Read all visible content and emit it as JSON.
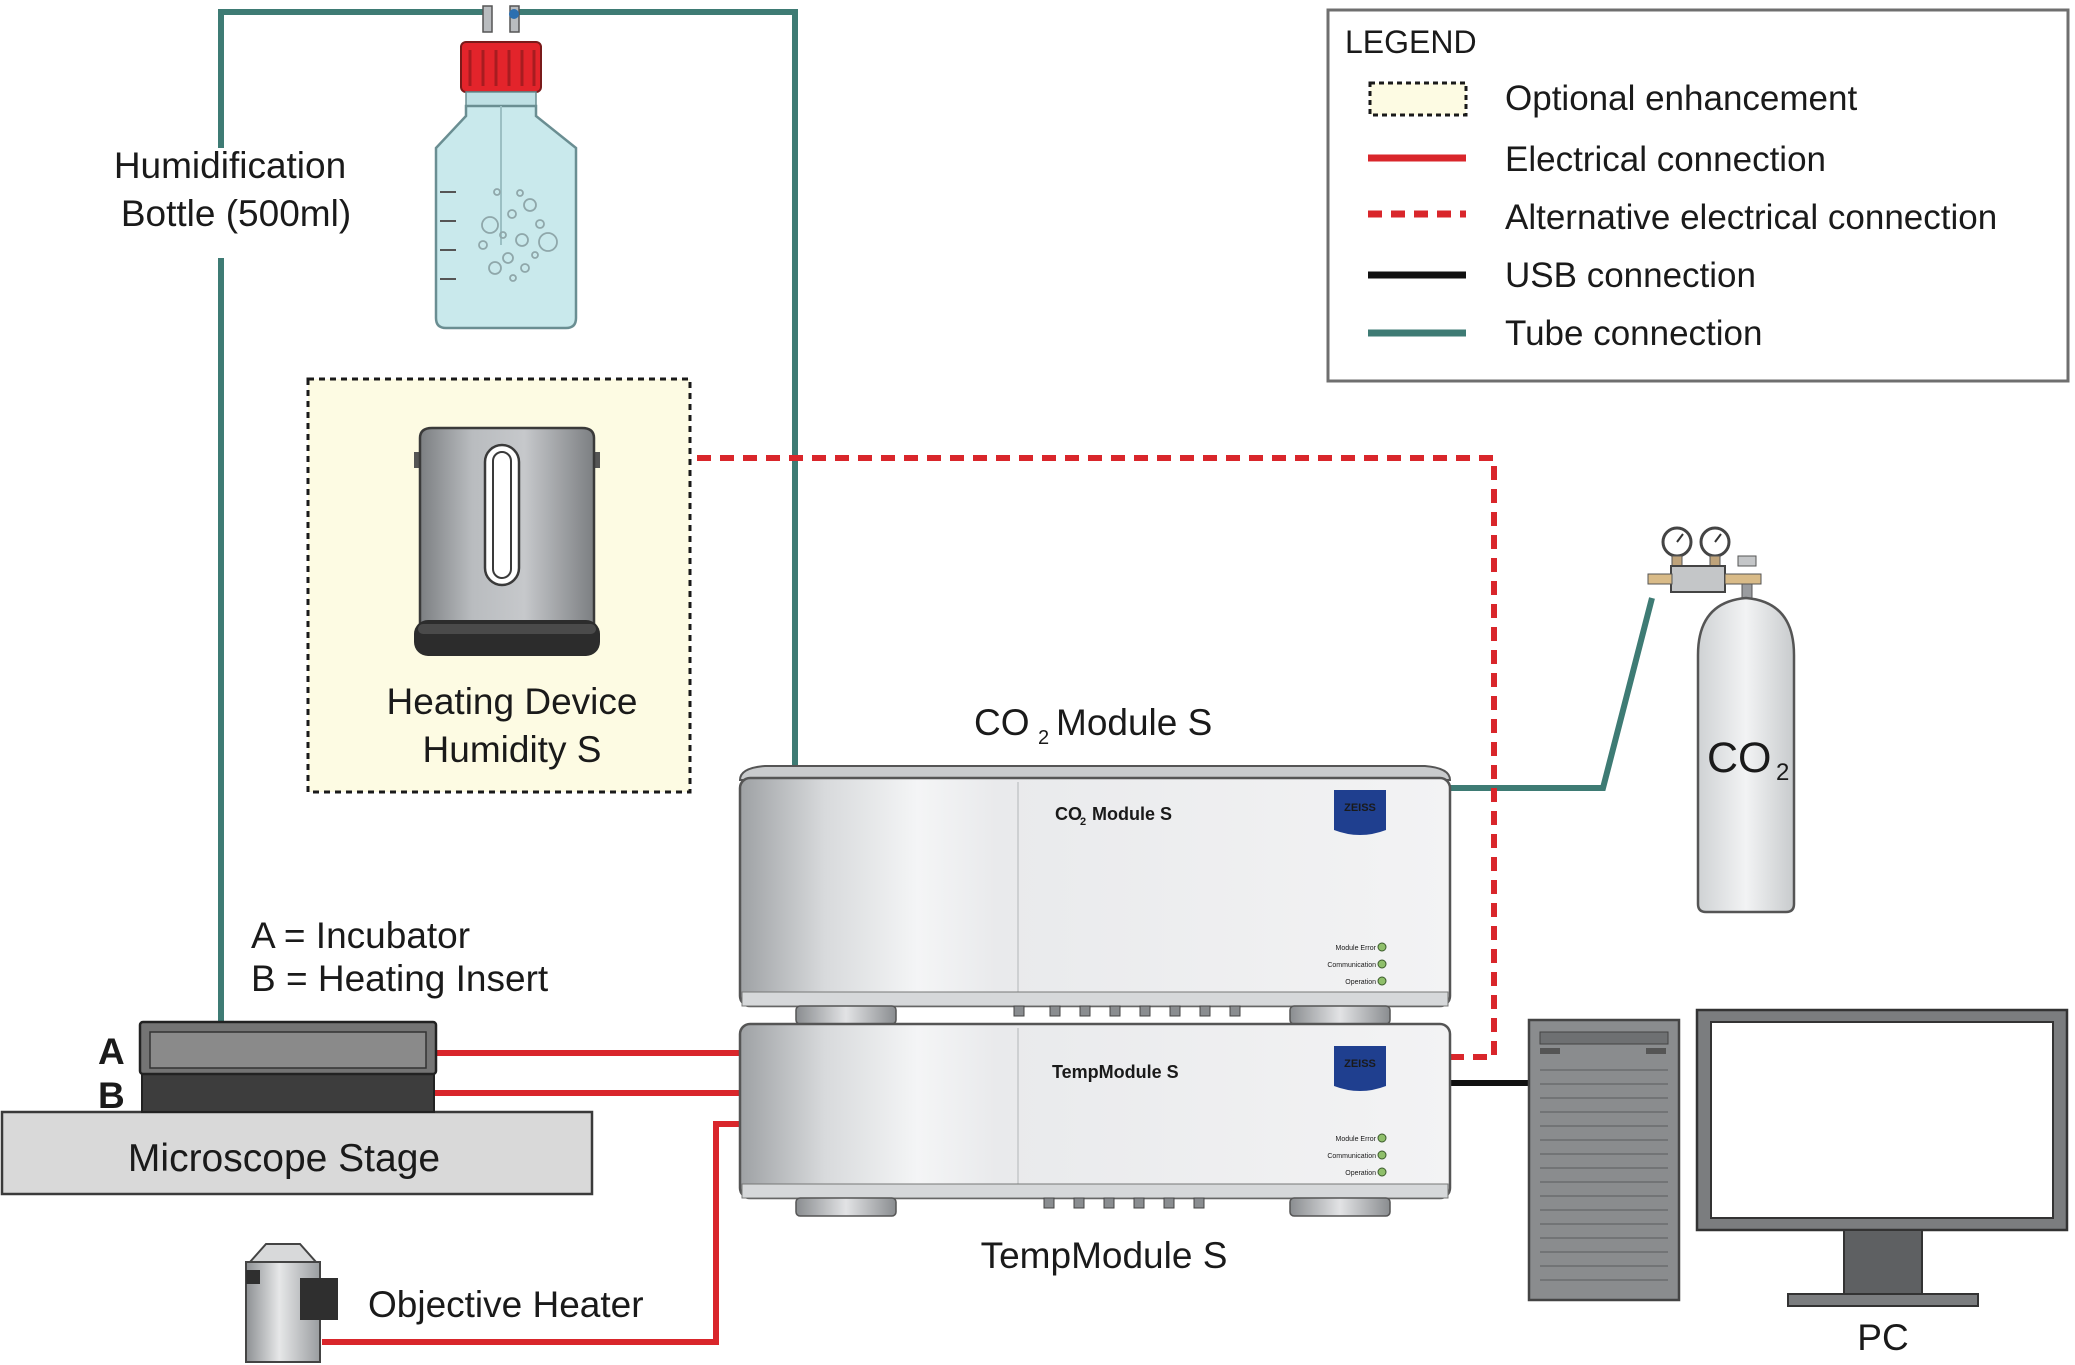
{
  "legend": {
    "title": "LEGEND",
    "items": [
      {
        "label": "Optional enhancement"
      },
      {
        "label": "Electrical connection"
      },
      {
        "label": "Alternative electrical connection"
      },
      {
        "label": "USB connection"
      },
      {
        "label": "Tube connection"
      }
    ]
  },
  "colors": {
    "electrical": "#d9262b",
    "usb": "#111111",
    "tube": "#3e7b74",
    "optional_fill": "#fdfbe3"
  },
  "labels": {
    "humidification_line1": "Humidification",
    "humidification_line2": "Bottle (500ml)",
    "heating_line1": "Heating Device",
    "heating_line2": "Humidity S",
    "co2_module_title_co": "CO",
    "co2_module_title_sub": "2",
    "co2_module_title_rest": "Module S",
    "temp_module_title": "TempModule S",
    "incubator_line": "A = Incubator",
    "heating_insert_line": "B = Heating Insert",
    "a": "A",
    "b": "B",
    "stage": "Microscope Stage",
    "objective_heater": "Objective Heater",
    "pc": "PC",
    "cylinder_co": "CO",
    "cylinder_sub": "2"
  },
  "co2_panel": {
    "label_co": "CO",
    "label_sub": "2",
    "label_rest": "Module S",
    "brand": "ZEISS",
    "leds": [
      "Module Error",
      "Communication",
      "Operation"
    ]
  },
  "temp_panel": {
    "label": "TempModule S",
    "brand": "ZEISS",
    "leds": [
      "Module Error",
      "Communication",
      "Operation"
    ]
  }
}
